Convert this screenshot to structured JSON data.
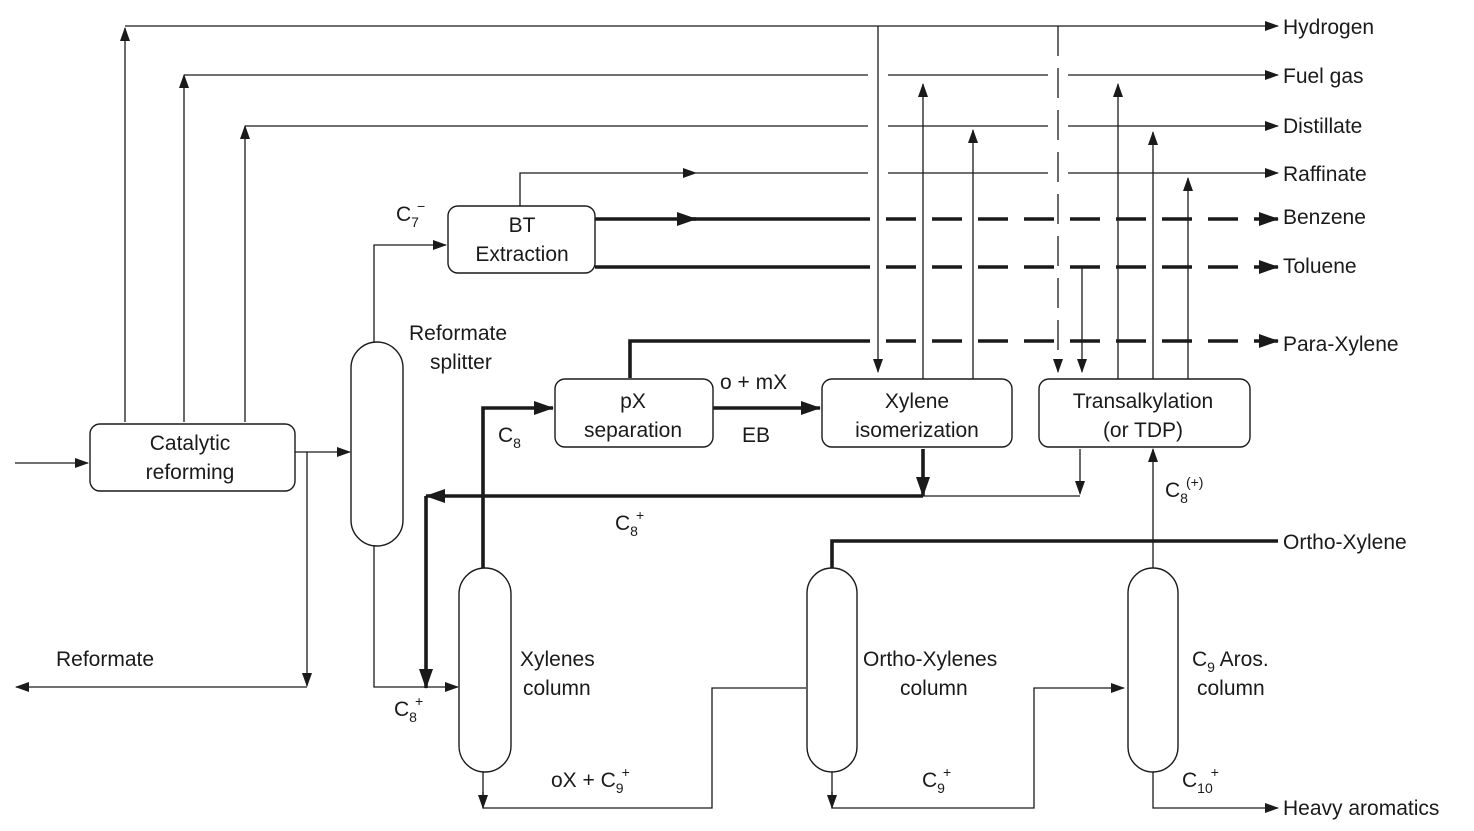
{
  "products": {
    "hydrogen": "Hydrogen",
    "fuel_gas": "Fuel gas",
    "distillate": "Distillate",
    "raffinate": "Raffinate",
    "benzene": "Benzene",
    "toluene": "Toluene",
    "para_xylene": "Para-Xylene",
    "ortho_xylene": "Ortho-Xylene",
    "heavy_aromatics": "Heavy aromatics",
    "reformate": "Reformate"
  },
  "units": {
    "catalytic_reforming": [
      "Catalytic",
      "reforming"
    ],
    "bt_extraction": [
      "BT",
      "Extraction"
    ],
    "px_separation": [
      "pX",
      "separation"
    ],
    "xylene_isomerization": [
      "Xylene",
      "isomerization"
    ],
    "transalkylation": [
      "Transalkylation",
      "(or TDP)"
    ]
  },
  "columns": {
    "reformate_splitter": [
      "Reformate",
      "splitter"
    ],
    "xylenes_column": [
      "Xylenes",
      "column"
    ],
    "ortho_xylenes_column": [
      "Ortho-Xylenes",
      "column"
    ],
    "c9_aros_column": {
      "main": "C",
      "sub": "9",
      "rest": " Aros.",
      "line2": "column"
    }
  },
  "streams": {
    "c7_minus": {
      "main": "C",
      "sub": "7",
      "sup": "−"
    },
    "c8": {
      "main": "C",
      "sub": "8"
    },
    "c8_plus_recycle": {
      "main": "C",
      "sub": "8",
      "sup": "+"
    },
    "c8_plus_bottom": {
      "main": "C",
      "sub": "8",
      "sup": "+"
    },
    "c8_plus_paren": {
      "main": "C",
      "sub": "8",
      "sup": "(+)"
    },
    "o_mx": "o + mX",
    "eb": "EB",
    "ox_c9_plus": {
      "main": "oX + C",
      "sub": "9",
      "sup": "+"
    },
    "c9_plus": {
      "main": "C",
      "sub": "9",
      "sup": "+"
    },
    "c10_plus": {
      "main": "C",
      "sub": "10",
      "sup": "+"
    }
  }
}
